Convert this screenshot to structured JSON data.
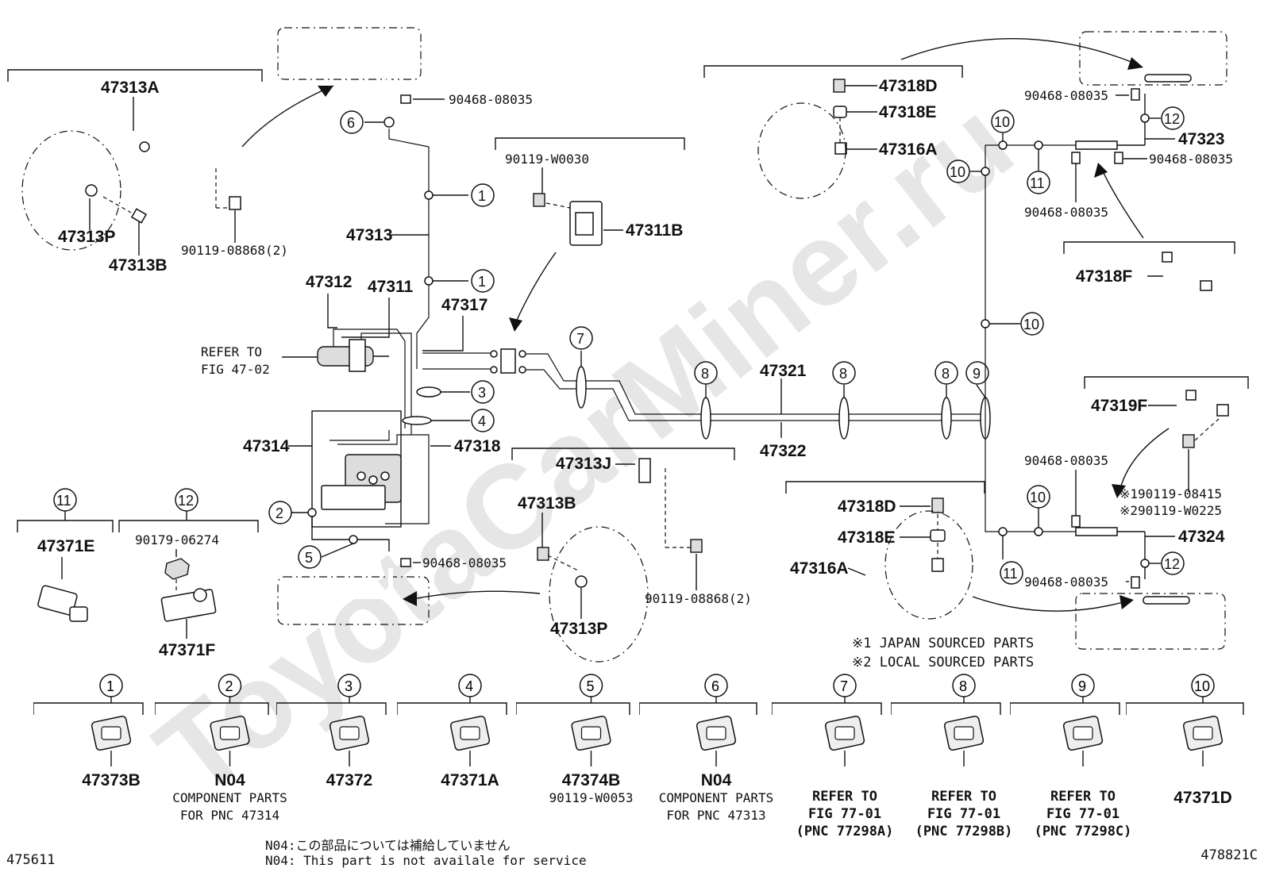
{
  "watermark": "ToyotaCarMiner.ru",
  "corner": {
    "left": "475611",
    "right": "478821C"
  },
  "callouts": {
    "c1": "1",
    "c2": "2",
    "c3": "3",
    "c4": "4",
    "c5": "5",
    "c6": "6",
    "c7": "7",
    "c8": "8",
    "c9": "9",
    "c10": "10",
    "c11": "11",
    "c12": "12"
  },
  "parts": {
    "p47313A": "47313A",
    "p47313P": "47313P",
    "p47313B": "47313B",
    "p90119_08868_2": "90119-08868(2)",
    "p90468_08035": "90468-08035",
    "p47313": "47313",
    "p90119_W0030": "90119-W0030",
    "p47311B": "47311B",
    "p47312": "47312",
    "p47311": "47311",
    "p47317": "47317",
    "refer_to": "REFER TO",
    "fig_47_02": "FIG 47-02",
    "p47314": "47314",
    "p47318": "47318",
    "p47321": "47321",
    "p47322": "47322",
    "p47313J": "47313J",
    "p47318D": "47318D",
    "p47318E": "47318E",
    "p47316A": "47316A",
    "p47323": "47323",
    "p47318F": "47318F",
    "p47319F": "47319F",
    "p190119_08415": "※190119-08415",
    "p290119_W0225": "※290119-W0225",
    "p47324": "47324",
    "p47371E": "47371E",
    "p90179_06274": "90179-06274",
    "p47371F": "47371F",
    "note1": "※1 JAPAN SOURCED PARTS",
    "note2": "※2 LOCAL SOURCED PARTS"
  },
  "legend": [
    {
      "num": "1",
      "part": "47373B",
      "extra": [
        "",
        ""
      ]
    },
    {
      "num": "2",
      "part": "N04",
      "extra": [
        "COMPONENT PARTS",
        "FOR PNC 47314"
      ]
    },
    {
      "num": "3",
      "part": "47372",
      "extra": [
        "",
        ""
      ]
    },
    {
      "num": "4",
      "part": "47371A",
      "extra": [
        "",
        ""
      ]
    },
    {
      "num": "5",
      "part": "47374B",
      "extra": [
        "90119-W0053",
        ""
      ]
    },
    {
      "num": "6",
      "part": "N04",
      "extra": [
        "COMPONENT PARTS",
        "FOR PNC 47313"
      ]
    },
    {
      "num": "7",
      "part": "REFER TO",
      "extra": [
        "FIG 77-01",
        "(PNC 77298A)"
      ]
    },
    {
      "num": "8",
      "part": "REFER TO",
      "extra": [
        "FIG 77-01",
        "(PNC 77298B)"
      ]
    },
    {
      "num": "9",
      "part": "REFER TO",
      "extra": [
        "FIG 77-01",
        "(PNC 77298C)"
      ]
    },
    {
      "num": "10",
      "part": "47371D",
      "extra": [
        "",
        ""
      ]
    }
  ],
  "footnote": {
    "jp": "N04:この部品については補給していません",
    "en": "N04: This part is not availale for service"
  }
}
